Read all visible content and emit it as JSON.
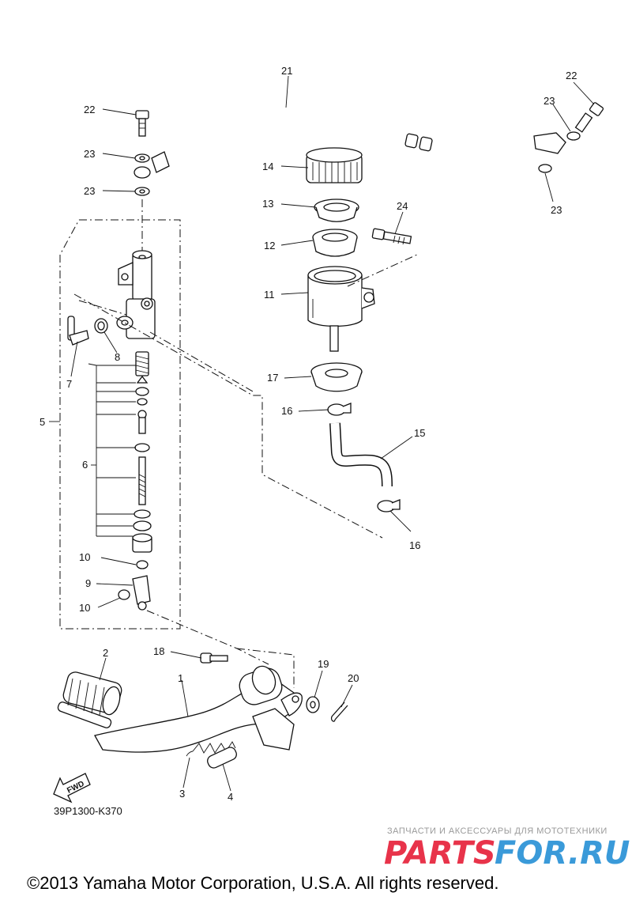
{
  "callouts": {
    "n1": "1",
    "n2": "2",
    "n3": "3",
    "n4": "4",
    "n5": "5",
    "n6": "6",
    "n7": "7",
    "n8": "8",
    "n9": "9",
    "n10a": "10",
    "n10b": "10",
    "n11": "11",
    "n12": "12",
    "n13": "13",
    "n14": "14",
    "n15": "15",
    "n16a": "16",
    "n16b": "16",
    "n17": "17",
    "n18": "18",
    "n19": "19",
    "n20": "20",
    "n21": "21",
    "n22a": "22",
    "n22b": "22",
    "n23a": "23",
    "n23b": "23",
    "n23c": "23",
    "n23d": "23",
    "n24": "24"
  },
  "fwd_label": "FWD",
  "drawing_code": "39P1300-K370",
  "copyright": "©2013 Yamaha Motor Corporation, U.S.A. All rights reserved.",
  "watermark": {
    "tagline": "ЗАПЧАСТИ И АКСЕССУАРЫ ДЛЯ МОТОТЕХНИКИ",
    "brand_a": "PARTS",
    "brand_b": "FOR.RU",
    "color_a": "#e8334a",
    "color_b": "#3a9ad9"
  }
}
